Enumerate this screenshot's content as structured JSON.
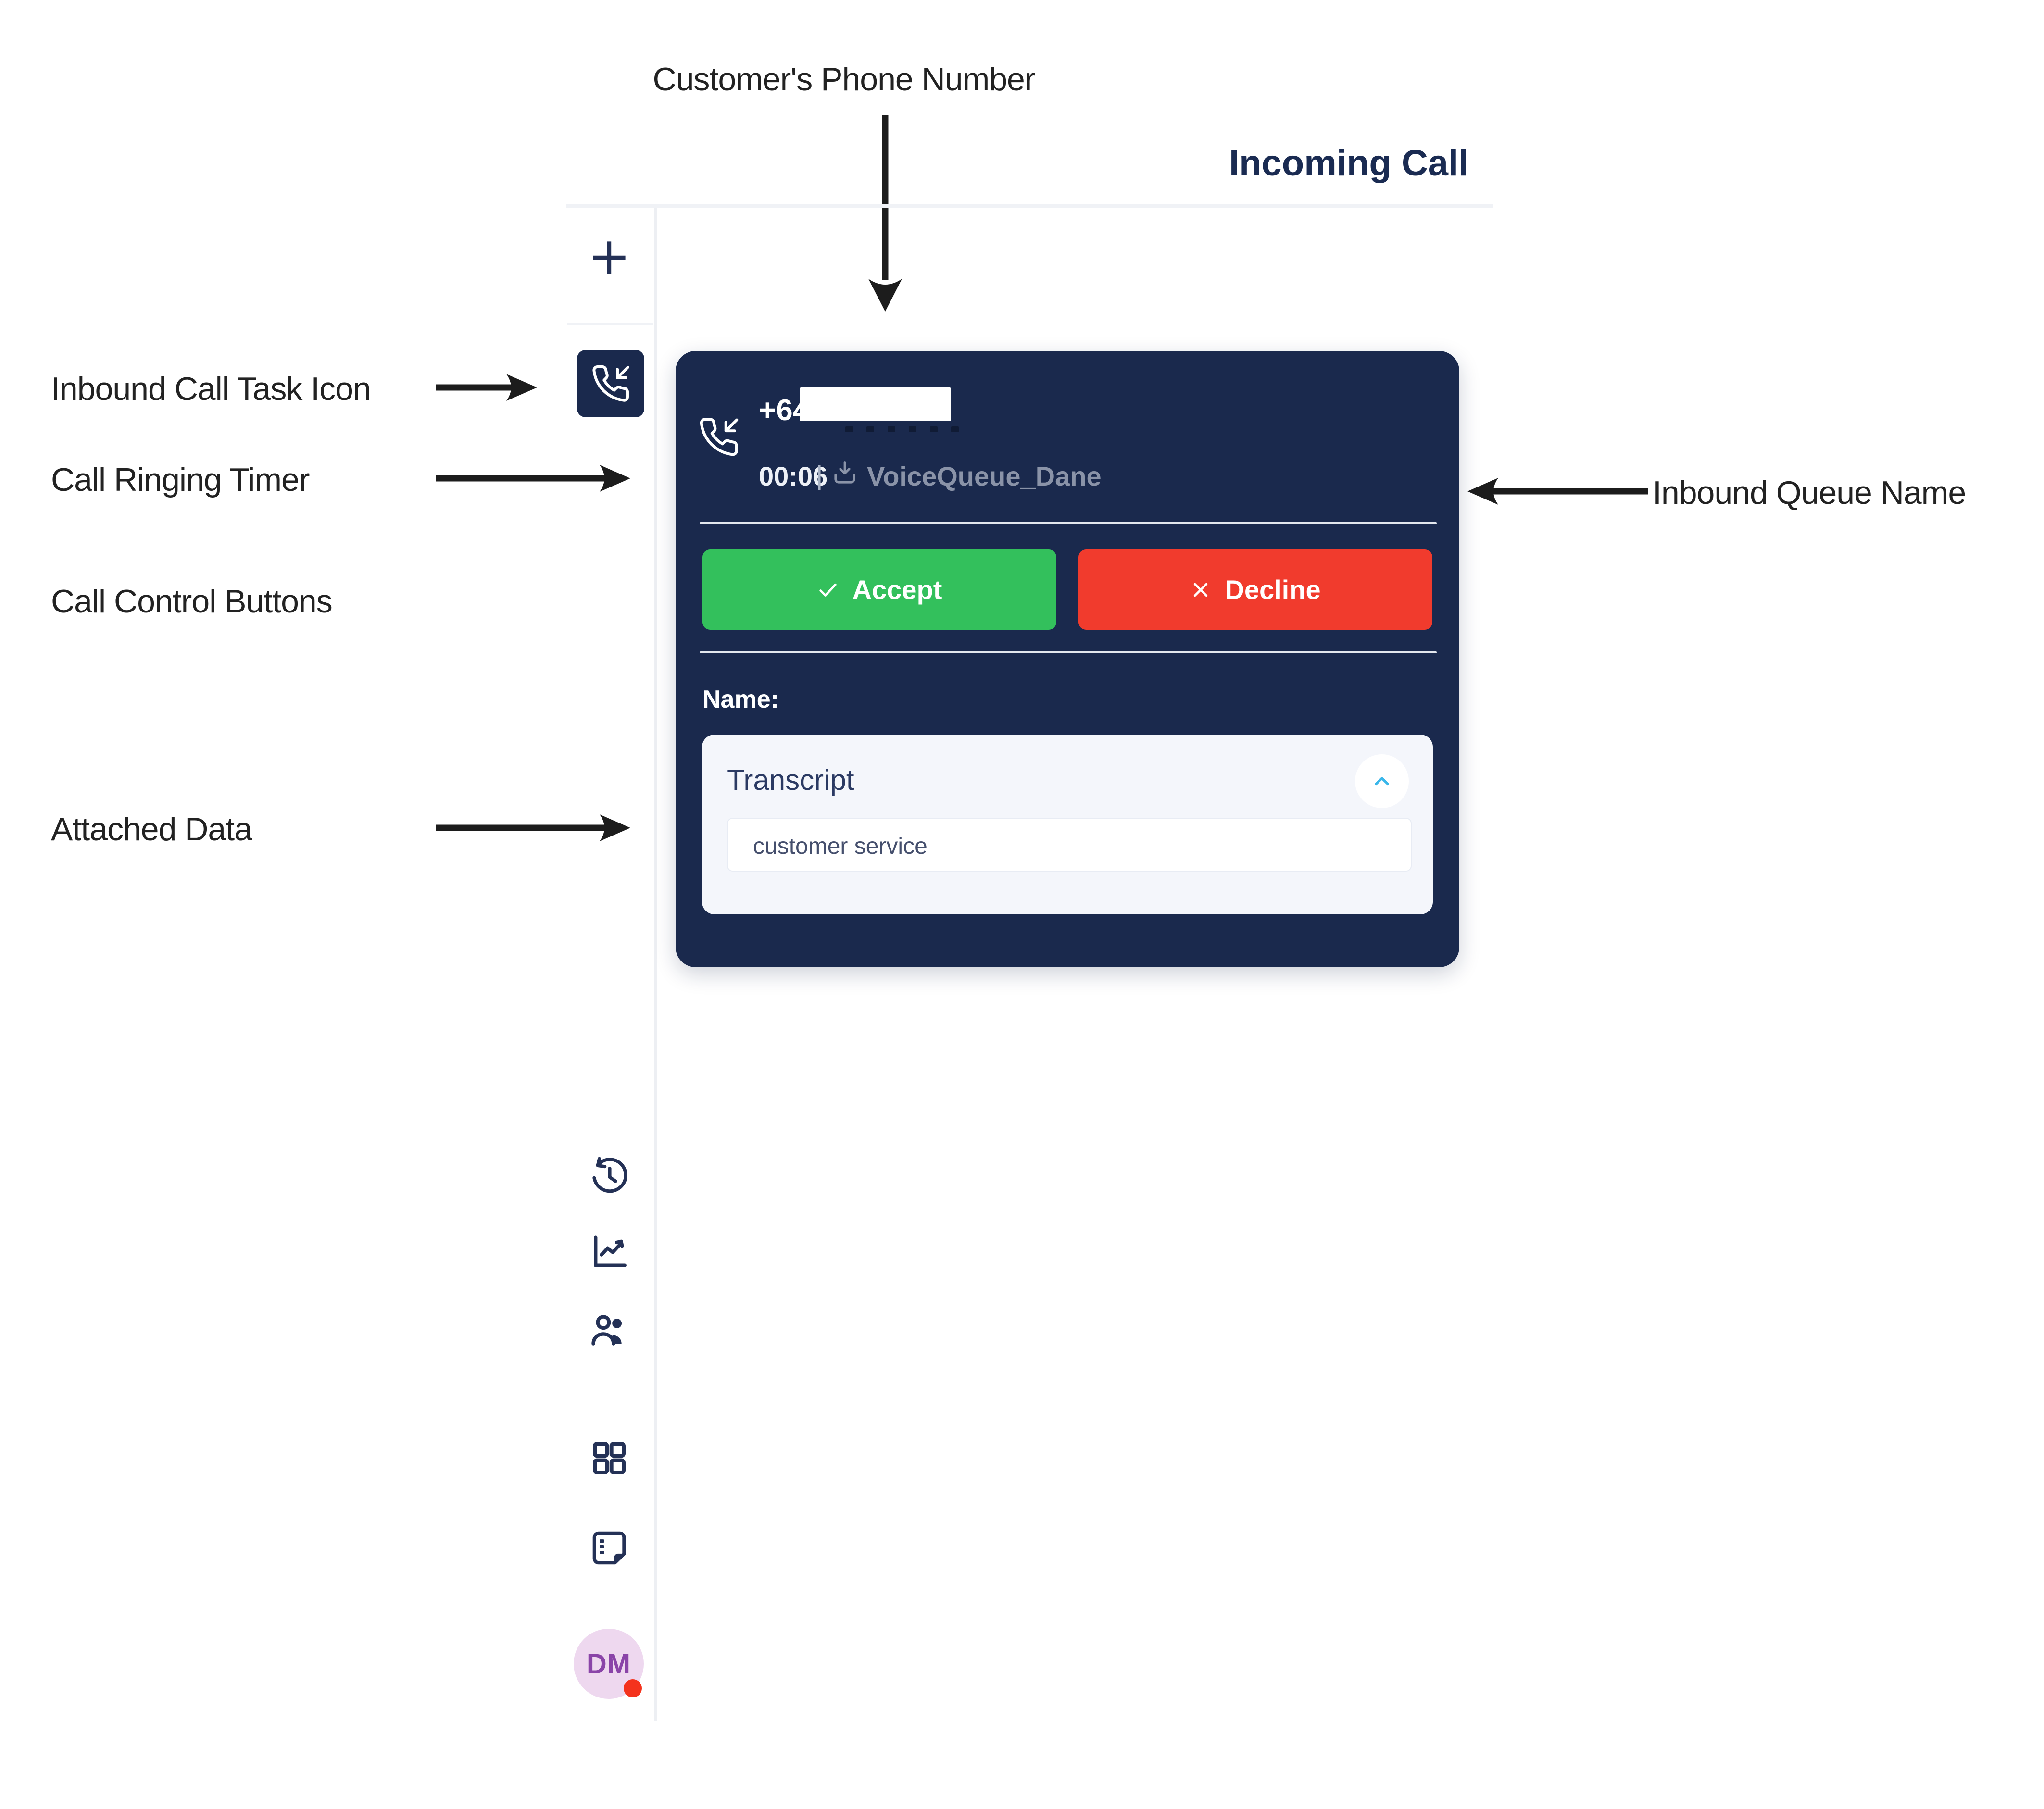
{
  "header": {
    "title": "Incoming Call"
  },
  "annotations": {
    "customer_phone": "Customer's Phone Number",
    "inbound_task": "Inbound Call Task Icon",
    "ringing_timer": "Call Ringing Timer",
    "call_controls": "Call Control Buttons",
    "attached_data": "Attached Data",
    "inbound_queue": "Inbound Queue Name"
  },
  "sidebar": {
    "add_task_icon": "plus-icon",
    "active_task_icon": "phone-incoming-icon",
    "nav_icons": [
      "history-icon",
      "line-chart-icon",
      "contacts-icon",
      "grid-icon",
      "notes-icon"
    ],
    "avatar": {
      "initials": "DM",
      "status": "busy"
    }
  },
  "call_card": {
    "phone_prefix": "+64",
    "ring_timer": "00:06",
    "divider": "|",
    "queue_name": "VoiceQueue_Dane",
    "accept_label": "Accept",
    "decline_label": "Decline",
    "name_label": "Name:",
    "attached_data_title": "Transcript",
    "attached_data_value": "customer service"
  },
  "colors": {
    "navy": "#1a294d",
    "accept_green": "#33c05c",
    "decline_red": "#f13b2d",
    "muted_gray": "#8a93a8",
    "chevron_blue": "#3ab7ea",
    "avatar_bg": "#eed8ef",
    "avatar_text": "#8a44a8",
    "status_dot": "#f4331d"
  }
}
